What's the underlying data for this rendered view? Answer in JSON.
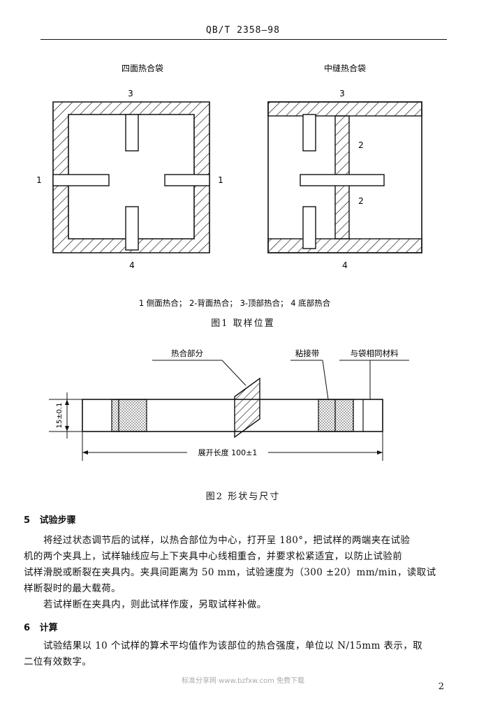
{
  "header": {
    "standard_code": "QB/T 2358—98"
  },
  "figure1": {
    "left_title": "四面热合袋",
    "right_title": "中缝热合袋",
    "labels": {
      "top": "3",
      "left": "1",
      "right": "1",
      "bottom": "4",
      "back_upper": "2",
      "back_lower": "2"
    },
    "legend": "1 侧面热合；  2-背面热合；  3-顶部热合；  4 底部热合",
    "caption": "图1   取样位置"
  },
  "figure2": {
    "label_heat_seal": "热合部分",
    "label_tape": "粘接带",
    "label_material": "与袋相同材料",
    "width_dim": "15±0.1",
    "length_dim": "展开长度 100±1",
    "caption": "图2   形状与尺寸"
  },
  "section5": {
    "number": "5",
    "title": "试验步骤",
    "para1": [
      "将经过状态调节后的试样，以热合部位为中心，打开呈 180°，把试样的两端夹在试验",
      "机的两个夹具上，试样轴线应与上下夹具中心线相重合，并要求松紧适宜，以防止试验前",
      "试样滑脱或断裂在夹具内。夹具间距离为 50 mm，试验速度为（300 ±20）mm/min，读取试",
      "样断裂时的最大载荷。"
    ],
    "para2": "若试样断在夹具内，则此试样作废，另取试样补做。"
  },
  "section6": {
    "number": "6",
    "title": "计算",
    "para": [
      "试验结果以 10 个试样的算术平均值作为该部位的热合强度，单位以 N/15mm 表示，取",
      "二位有效数字。"
    ]
  },
  "footer": {
    "watermark": "标准分享网 www.bzfxw.com 免费下载",
    "page_number": "2"
  }
}
